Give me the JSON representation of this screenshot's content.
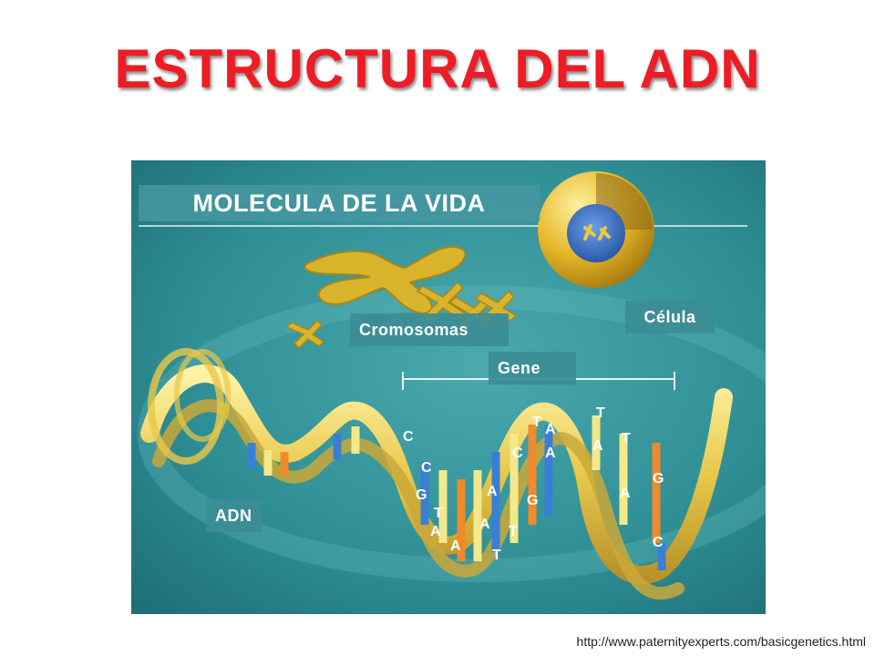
{
  "slide": {
    "title": "ESTRUCTURA DEL ADN",
    "source_url": "http://www.paternityexperts.com/basicgenetics.html"
  },
  "figure": {
    "banner": "MOLECULA DE LA VIDA",
    "labels": {
      "cell": "Célula",
      "chromosomes": "Cromosomas",
      "gene": "Gene",
      "dna": "ADN"
    },
    "bases": [
      "C",
      "C",
      "G",
      "T",
      "A",
      "A",
      "A",
      "A",
      "T",
      "T",
      "C",
      "A",
      "G",
      "T",
      "A",
      "T",
      "T",
      "A",
      "G",
      "A",
      "C"
    ]
  },
  "colors": {
    "title": "#ee1c25",
    "background": "#2f8f95",
    "ribbon": "#e8c84a",
    "chromosome": "#d9b42a",
    "cell_nucleus": "#3a74c9",
    "base_blue": "#3a7fd6",
    "base_yellow": "#f3e88a",
    "base_orange": "#f08a2a"
  }
}
